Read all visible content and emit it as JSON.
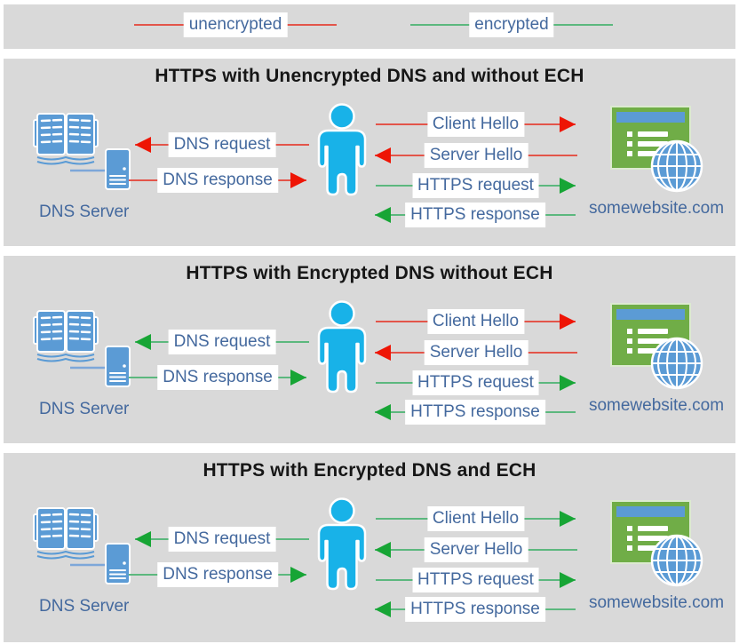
{
  "colors": {
    "page_bg": "#ffffff",
    "panel_bg": "#d9d9d9",
    "title_text": "#161616",
    "label_text": "#44699e",
    "unencrypted_line": "#e3554a",
    "unencrypted_head": "#ee1505",
    "encrypted_line": "#5cb87e",
    "encrypted_head": "#17a535",
    "icon_blue": "#5b9bd5",
    "person_blue": "#18b2e8",
    "website_green": "#70ad47"
  },
  "icons": {
    "dns_server_icon": "open-book-with-server-tower",
    "user_icon": "person-silhouette",
    "website_icon": "browser-window-with-globe",
    "arrow_head": "solid-triangle-arrowhead"
  },
  "legend": {
    "items": [
      {
        "label": "unencrypted",
        "encrypted": false
      },
      {
        "label": "encrypted",
        "encrypted": true
      }
    ]
  },
  "panels": [
    {
      "title": "HTTPS with Unencrypted DNS and without ECH",
      "dns_server_label": "DNS Server",
      "website_label": "somewebsite.com",
      "arrows": {
        "dns_request": {
          "label": "DNS request",
          "encrypted": false,
          "direction": "left"
        },
        "dns_response": {
          "label": "DNS response",
          "encrypted": false,
          "direction": "right"
        },
        "client_hello": {
          "label": "Client Hello",
          "encrypted": false,
          "direction": "right"
        },
        "server_hello": {
          "label": "Server Hello",
          "encrypted": false,
          "direction": "left"
        },
        "https_request": {
          "label": "HTTPS request",
          "encrypted": true,
          "direction": "right"
        },
        "https_response": {
          "label": "HTTPS response",
          "encrypted": true,
          "direction": "left"
        }
      }
    },
    {
      "title": "HTTPS with Encrypted DNS without ECH",
      "dns_server_label": "DNS Server",
      "website_label": "somewebsite.com",
      "arrows": {
        "dns_request": {
          "label": "DNS request",
          "encrypted": true,
          "direction": "left"
        },
        "dns_response": {
          "label": "DNS response",
          "encrypted": true,
          "direction": "right"
        },
        "client_hello": {
          "label": "Client Hello",
          "encrypted": false,
          "direction": "right"
        },
        "server_hello": {
          "label": "Server Hello",
          "encrypted": false,
          "direction": "left"
        },
        "https_request": {
          "label": "HTTPS request",
          "encrypted": true,
          "direction": "right"
        },
        "https_response": {
          "label": "HTTPS response",
          "encrypted": true,
          "direction": "left"
        }
      }
    },
    {
      "title": "HTTPS with Encrypted DNS and ECH",
      "dns_server_label": "DNS Server",
      "website_label": "somewebsite.com",
      "arrows": {
        "dns_request": {
          "label": "DNS request",
          "encrypted": true,
          "direction": "left"
        },
        "dns_response": {
          "label": "DNS response",
          "encrypted": true,
          "direction": "right"
        },
        "client_hello": {
          "label": "Client Hello",
          "encrypted": true,
          "direction": "right"
        },
        "server_hello": {
          "label": "Server Hello",
          "encrypted": true,
          "direction": "left"
        },
        "https_request": {
          "label": "HTTPS request",
          "encrypted": true,
          "direction": "right"
        },
        "https_response": {
          "label": "HTTPS response",
          "encrypted": true,
          "direction": "left"
        }
      }
    }
  ]
}
